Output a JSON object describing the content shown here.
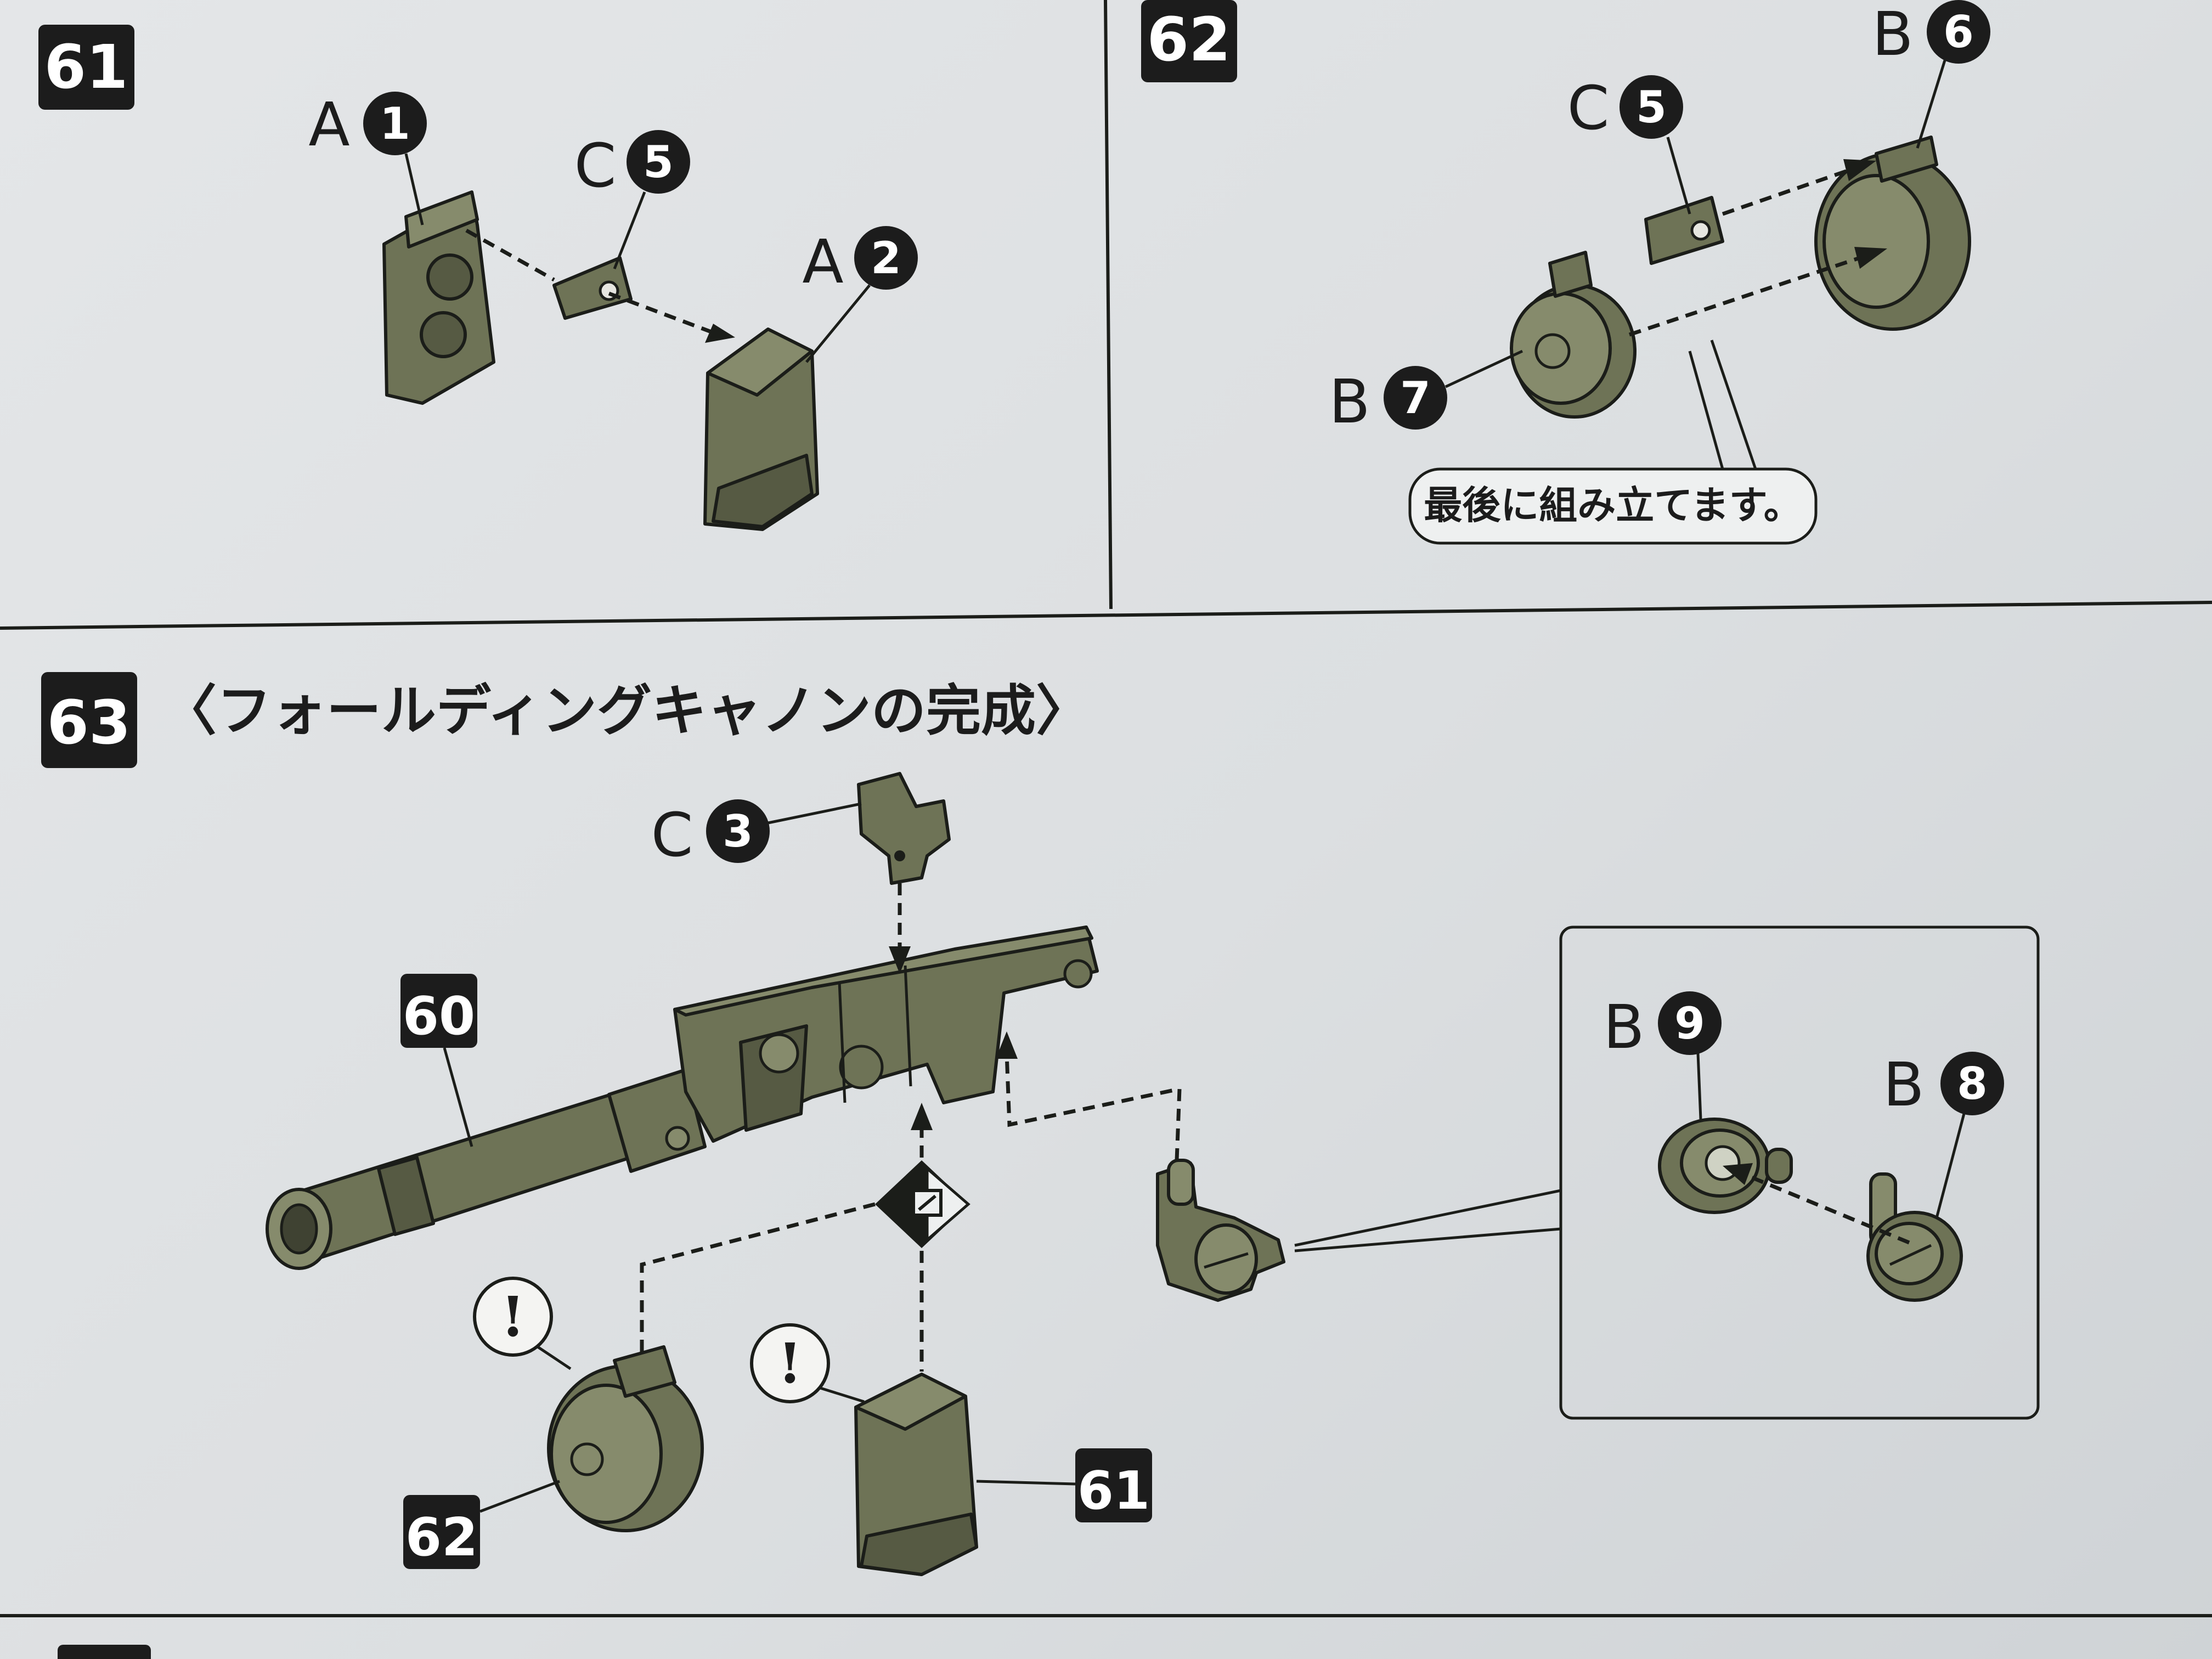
{
  "steps": {
    "s61": {
      "number": "61"
    },
    "s62": {
      "number": "62"
    },
    "s63": {
      "number": "63",
      "title": "〈フォールディングキャノンの完成〉"
    }
  },
  "callouts": {
    "s61_a1": {
      "runner": "A",
      "part": "1"
    },
    "s61_c5": {
      "runner": "C",
      "part": "5"
    },
    "s61_a2": {
      "runner": "A",
      "part": "2"
    },
    "s62_c5": {
      "runner": "C",
      "part": "5"
    },
    "s62_b6": {
      "runner": "B",
      "part": "6"
    },
    "s62_b7": {
      "runner": "B",
      "part": "7"
    },
    "s63_c3": {
      "runner": "C",
      "part": "3"
    },
    "s63_b9": {
      "runner": "B",
      "part": "9"
    },
    "s63_b8": {
      "runner": "B",
      "part": "8"
    }
  },
  "step62_note": "最後に組み立てます。",
  "step_refs": {
    "r60": "60",
    "r62": "62",
    "r61": "61"
  },
  "warning_symbol": "!",
  "icons": {
    "warning": "exclamation-circle-icon",
    "assembly_mark": "diamond-assembly-icon"
  },
  "colors": {
    "part_fill": "#6e7356",
    "ink": "#1b1d19",
    "paper": "#e1e3e5"
  }
}
